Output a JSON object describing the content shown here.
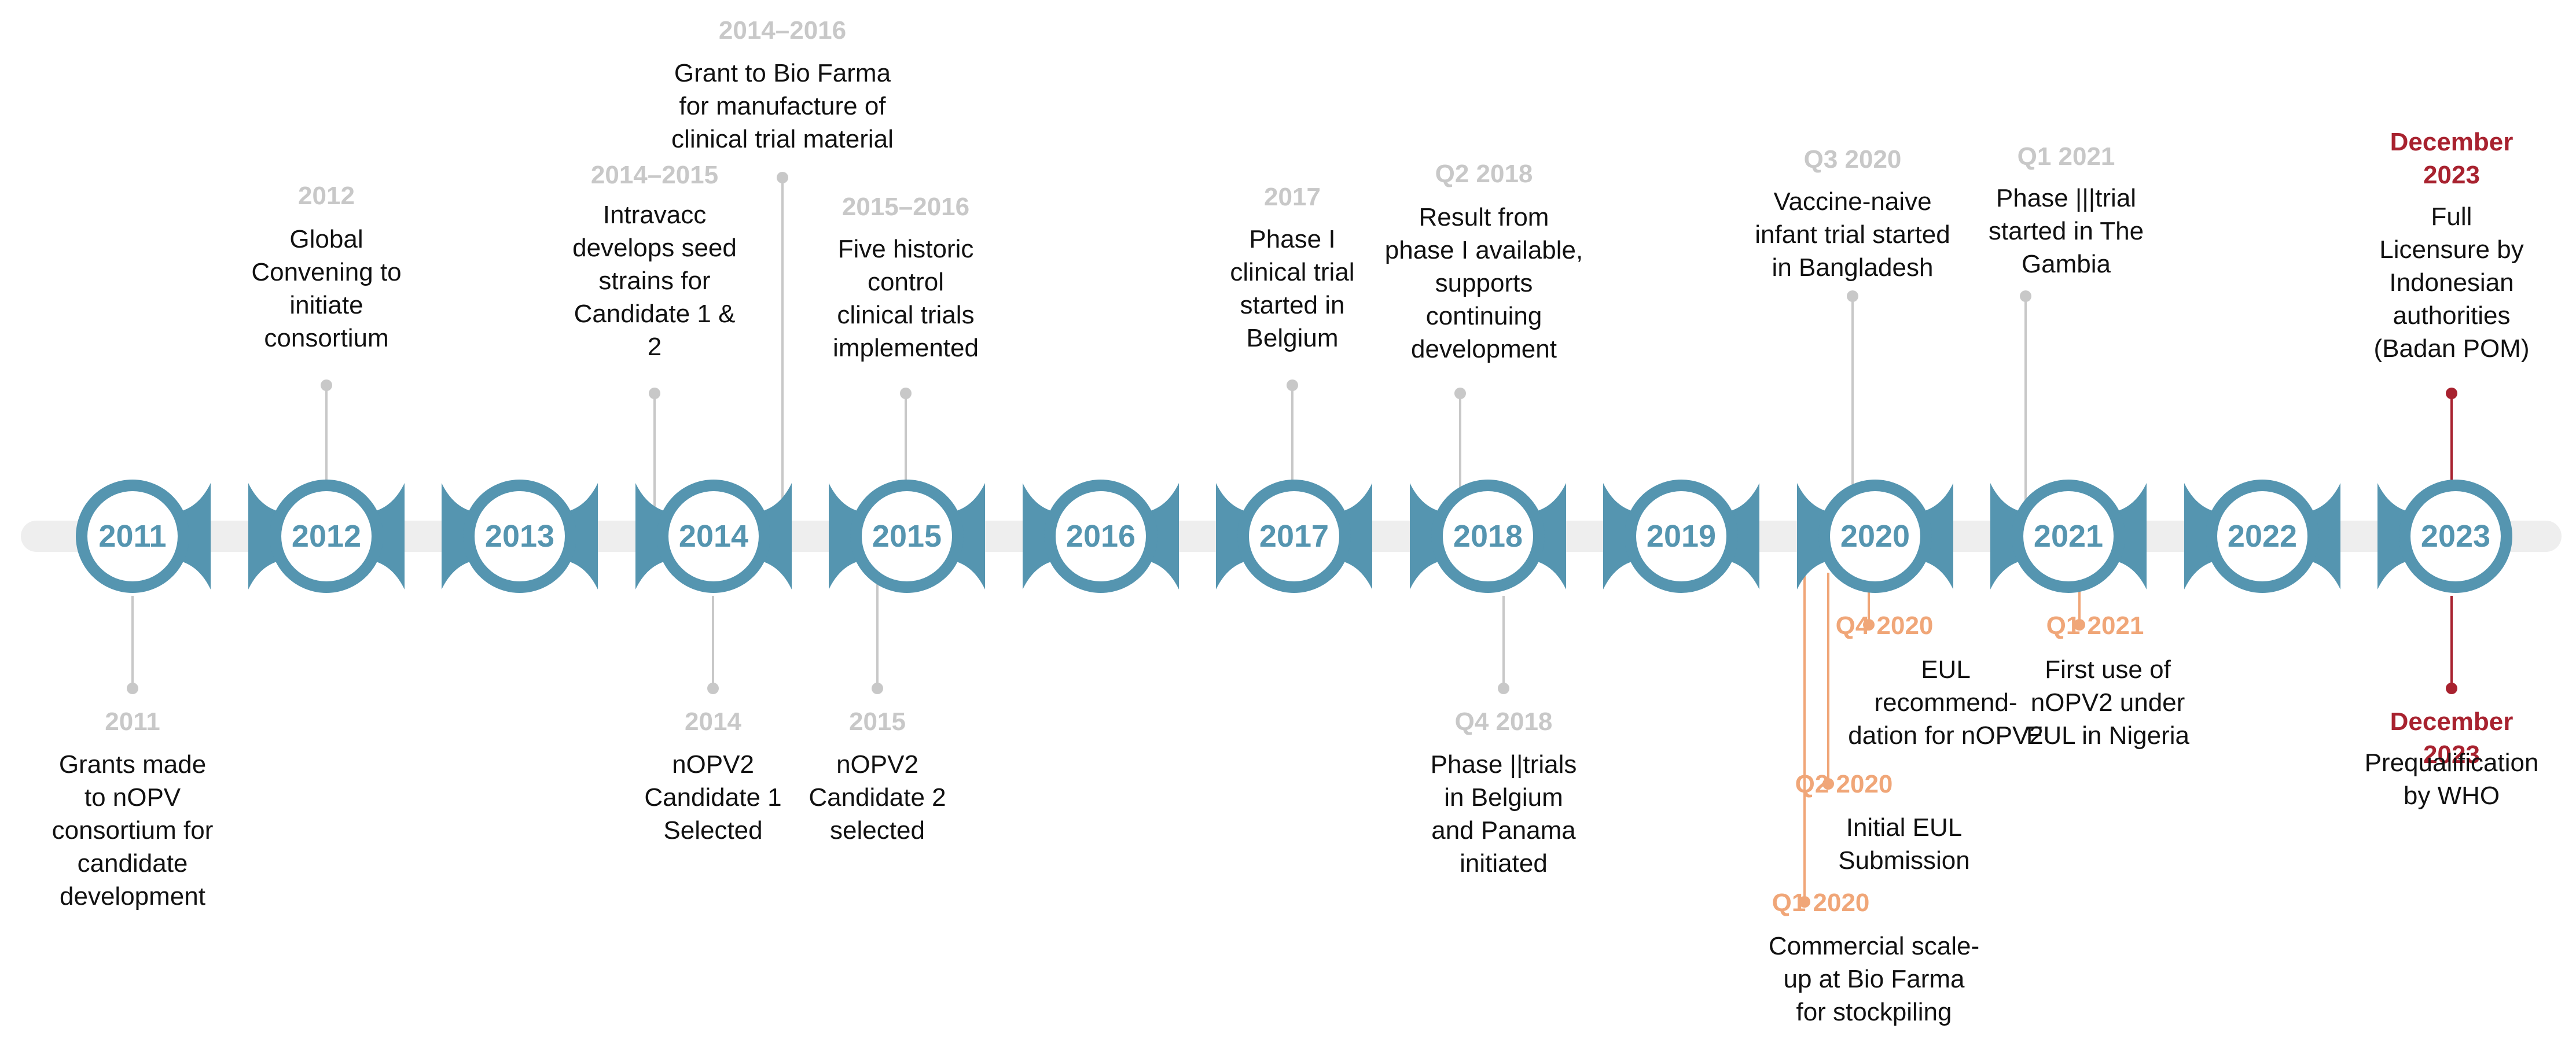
{
  "colors": {
    "track": "#eeeeee",
    "circle": "#5595b0",
    "year_text": "#5595b0",
    "gray_date": "#c8c8c8",
    "gray_line": "#c8c8c8",
    "orange": "#f0a678",
    "red": "#a8222f",
    "text": "#111111"
  },
  "years": [
    "2011",
    "2012",
    "2013",
    "2014",
    "2015",
    "2016",
    "2017",
    "2018",
    "2019",
    "2020",
    "2021",
    "2022",
    "2023"
  ],
  "events_above": [
    {
      "year": "2012",
      "date": "2012",
      "text": [
        "Global",
        "Convening to",
        "initiate",
        "consortium"
      ]
    },
    {
      "year": "2014",
      "date": "2014–2015",
      "text": [
        "Intravacc",
        "develops seed",
        "strains for",
        "Candidate 1 &",
        "2"
      ]
    },
    {
      "year": "2014",
      "date": "2014–2016",
      "text": [
        "Grant to Bio Farma",
        "for manufacture  of",
        "clinical trial material"
      ]
    },
    {
      "year": "2015",
      "date": "2015–2016",
      "text": [
        "Five historic",
        "control",
        "clinical trials",
        "implemented"
      ]
    },
    {
      "year": "2017",
      "date": "2017",
      "text": [
        "Phase I",
        "clinical trial",
        "started in",
        "Belgium"
      ]
    },
    {
      "year": "2018",
      "date": "Q2 2018",
      "text": [
        "Result from",
        "phase I available,",
        "supports",
        "continuing",
        "development"
      ]
    },
    {
      "year": "2020",
      "date": "Q3 2020",
      "text": [
        "Vaccine-naive",
        "infant trial started",
        "in Bangladesh"
      ]
    },
    {
      "year": "2021",
      "date": "Q1 2021",
      "text": [
        "Phase |||trial",
        "started in The",
        "Gambia"
      ]
    },
    {
      "year": "2023",
      "date": "December 2023",
      "date_lines": [
        "December",
        "2023"
      ],
      "text": [
        "Full",
        "Licensure by",
        "Indonesian",
        "authorities",
        "(Badan POM)"
      ]
    }
  ],
  "events_below": [
    {
      "year": "2011",
      "date": "2011",
      "text": [
        "Grants made",
        "to nOPV",
        "consortium for",
        "candidate",
        "development"
      ]
    },
    {
      "year": "2014",
      "date": "2014",
      "text": [
        "nOPV2",
        "Candidate 1",
        "Selected"
      ]
    },
    {
      "year": "2015",
      "date": "2015",
      "text": [
        "nOPV2",
        "Candidate 2",
        "selected"
      ]
    },
    {
      "year": "2018",
      "date": "Q4 2018",
      "text": [
        "Phase ||trials",
        "in Belgium",
        "and Panama",
        "initiated"
      ]
    },
    {
      "year": "2020",
      "date": "Q4 2020",
      "text": [
        "EUL",
        "recommend-",
        "dation for nOPV2"
      ]
    },
    {
      "year": "2020",
      "date": "Q2 2020",
      "text": [
        "Initial EUL",
        "Submission"
      ]
    },
    {
      "year": "2020",
      "date": "Q1 2020",
      "text": [
        "Commercial scale-",
        "up at Bio Farma",
        "for stockpiling"
      ]
    },
    {
      "year": "2021",
      "date": "Q1 2021",
      "text": [
        "First use of",
        "nOPV2 under",
        "EUL in Nigeria"
      ]
    },
    {
      "year": "2023",
      "date": "December 2023",
      "date_lines": [
        "December",
        "2023"
      ],
      "text": [
        "Prequalification",
        "by WHO"
      ]
    }
  ]
}
